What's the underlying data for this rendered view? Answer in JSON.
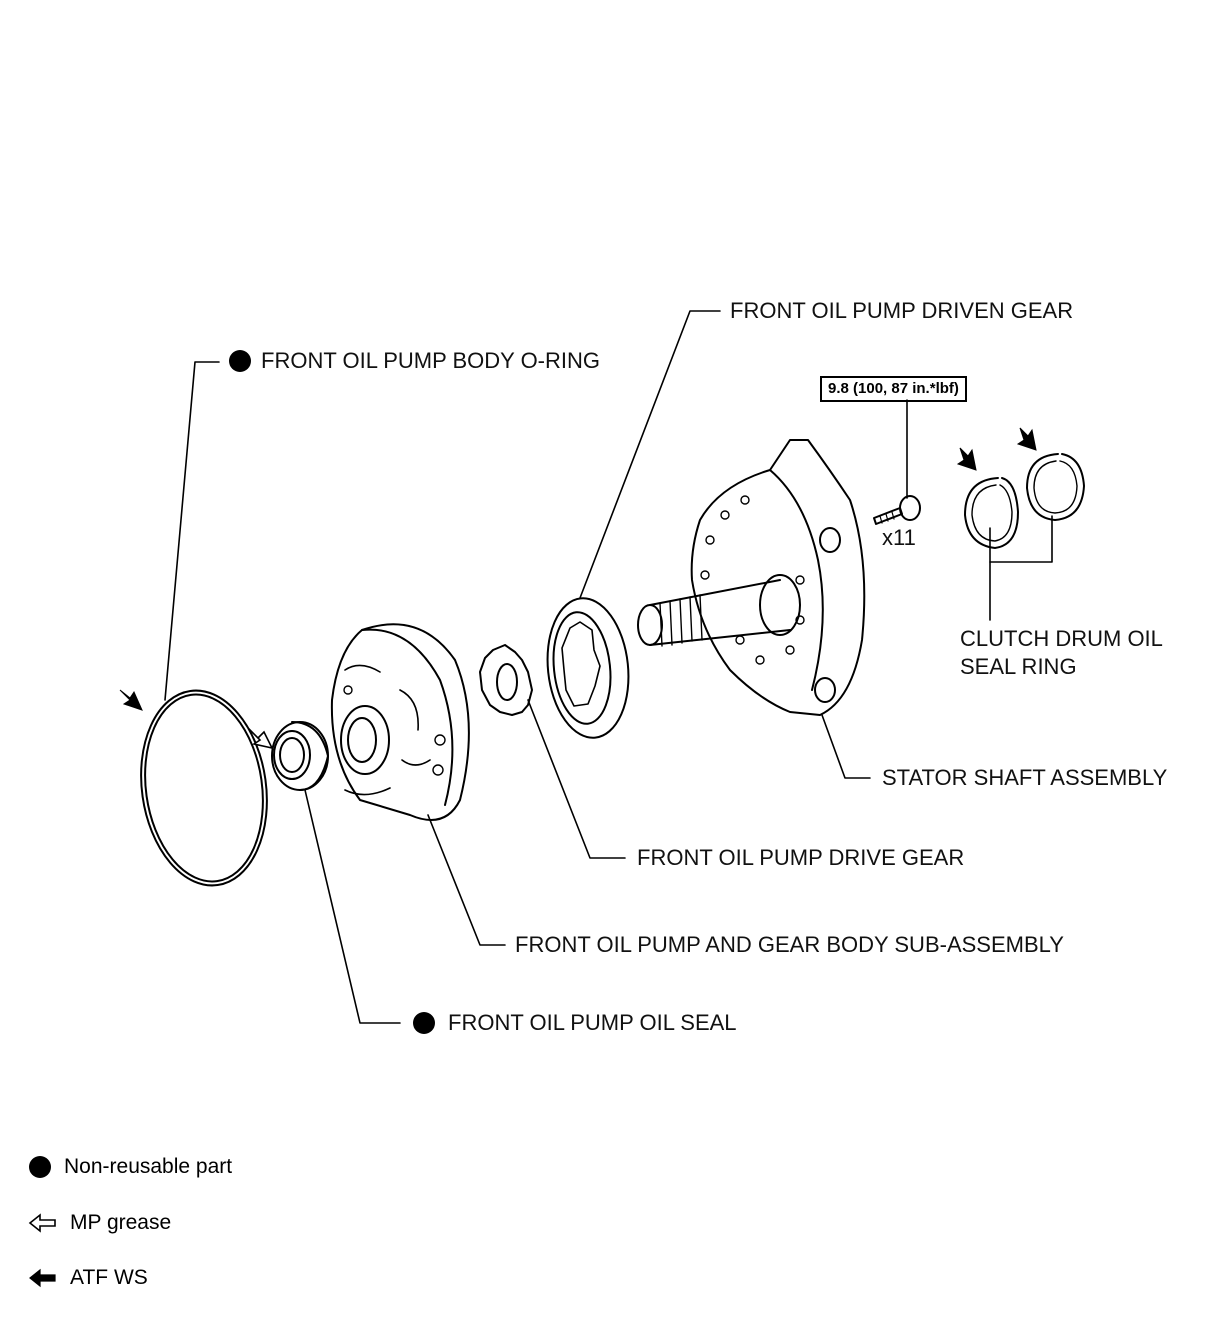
{
  "callouts": {
    "driven_gear": "FRONT OIL PUMP DRIVEN GEAR",
    "body_o_ring": "FRONT OIL PUMP BODY O-RING",
    "torque_spec": "9.8 (100, 87 in.*lbf)",
    "bolt_qty": "x11",
    "seal_ring_line1": "CLUTCH DRUM OIL",
    "seal_ring_line2": "SEAL RING",
    "stator_shaft": "STATOR SHAFT ASSEMBLY",
    "drive_gear": "FRONT OIL PUMP DRIVE GEAR",
    "gear_body": "FRONT OIL PUMP AND GEAR BODY SUB-ASSEMBLY",
    "oil_seal": "FRONT OIL PUMP OIL SEAL"
  },
  "legend": {
    "non_reusable": "Non-reusable part",
    "mp_grease": "MP grease",
    "atf_ws": "ATF WS"
  },
  "icons": {
    "non_reusable": "filled-circle-icon",
    "mp_grease": "hollow-arrow-icon",
    "atf_ws": "solid-arrow-icon"
  }
}
